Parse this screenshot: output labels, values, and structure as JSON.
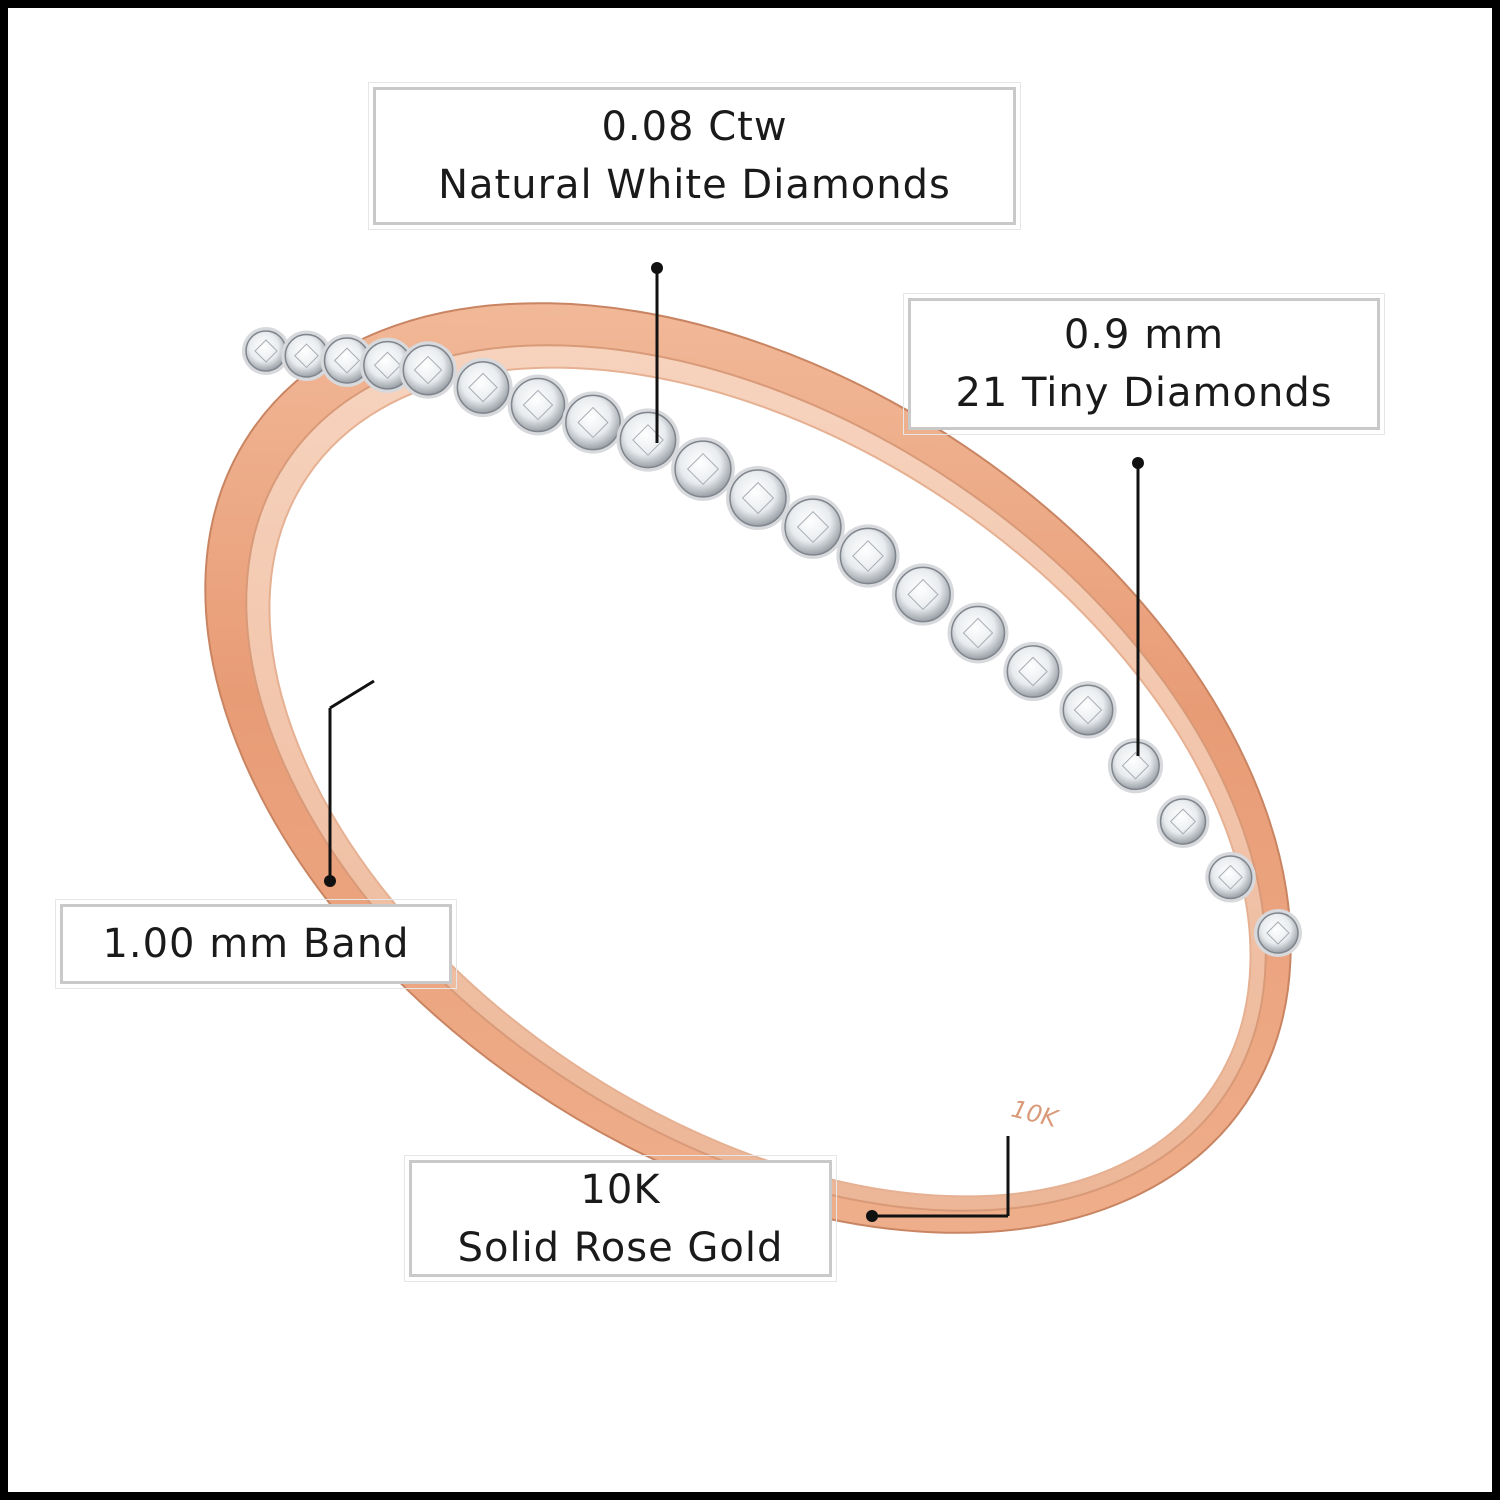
{
  "labels": {
    "carat_weight": "0.08 Ctw",
    "diamond_type": "Natural White Diamonds",
    "setting_width": "0.9 mm",
    "diamond_count": "21 Tiny Diamonds",
    "band_width": "1.00 mm Band",
    "metal_karat": "10K",
    "metal_type": "Solid Rose Gold"
  },
  "ring": {
    "stamp": "10K",
    "stone_count": 21
  },
  "colors": {
    "frame": "#000000",
    "background": "#ffffff",
    "rose_gold": "#e8a27c",
    "rose_gold_light": "#f7cdb3",
    "rose_gold_dark": "#b86f4e",
    "diamond": "#f4f5f7",
    "leader_line": "#111111"
  }
}
